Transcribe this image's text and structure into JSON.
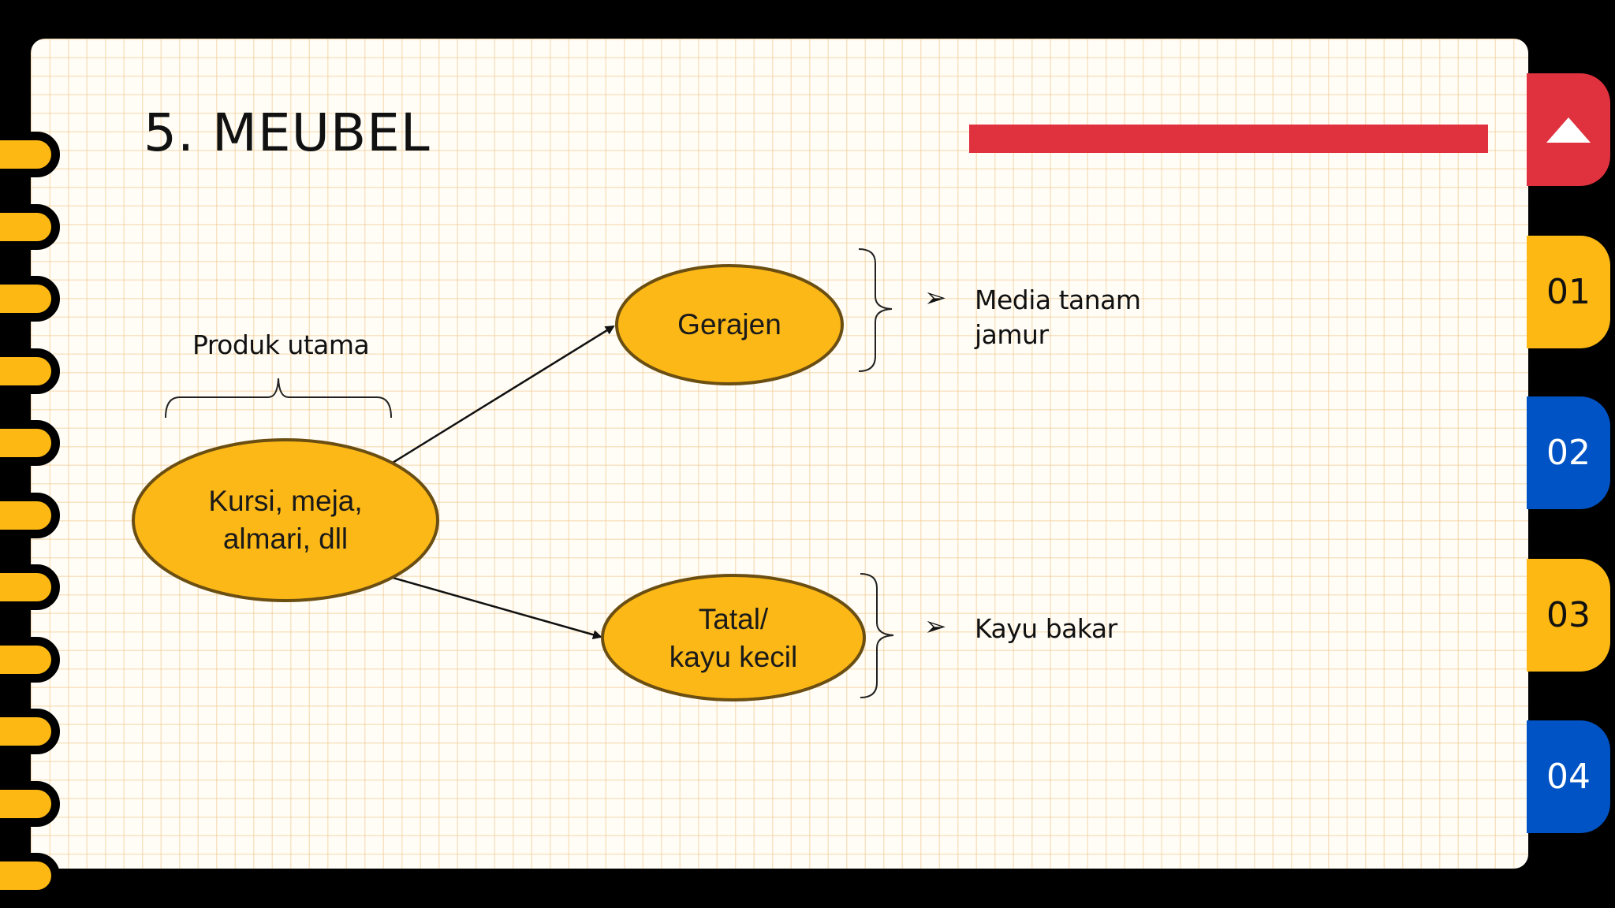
{
  "slide": {
    "title": "5. MEUBEL",
    "colors": {
      "accent_red": "#e0313f",
      "accent_yellow": "#fdb813",
      "accent_blue": "#0053c4",
      "node_fill": "#fbb817",
      "node_stroke": "#6b4e12"
    }
  },
  "tabs": [
    {
      "icon": "triangle-up-icon",
      "color": "#e0313f"
    },
    {
      "label": "01",
      "color": "#fdb813"
    },
    {
      "label": "02",
      "color": "#0053c4"
    },
    {
      "label": "03",
      "color": "#fdb813"
    },
    {
      "label": "04",
      "color": "#0053c4"
    }
  ],
  "diagram": {
    "main_label": "Produk utama",
    "nodes": {
      "main": {
        "line1": "Kursi, meja,",
        "line2": "almari, dll"
      },
      "gerajen": {
        "line1": "Gerajen"
      },
      "tatal": {
        "line1": "Tatal/",
        "line2": "kayu kecil"
      }
    },
    "notes": {
      "gerajen": {
        "line1": "Media tanam",
        "line2": "jamur"
      },
      "tatal": {
        "line1": "Kayu bakar"
      }
    },
    "edges": [
      {
        "from": "main",
        "to": "gerajen"
      },
      {
        "from": "main",
        "to": "tatal"
      }
    ]
  }
}
